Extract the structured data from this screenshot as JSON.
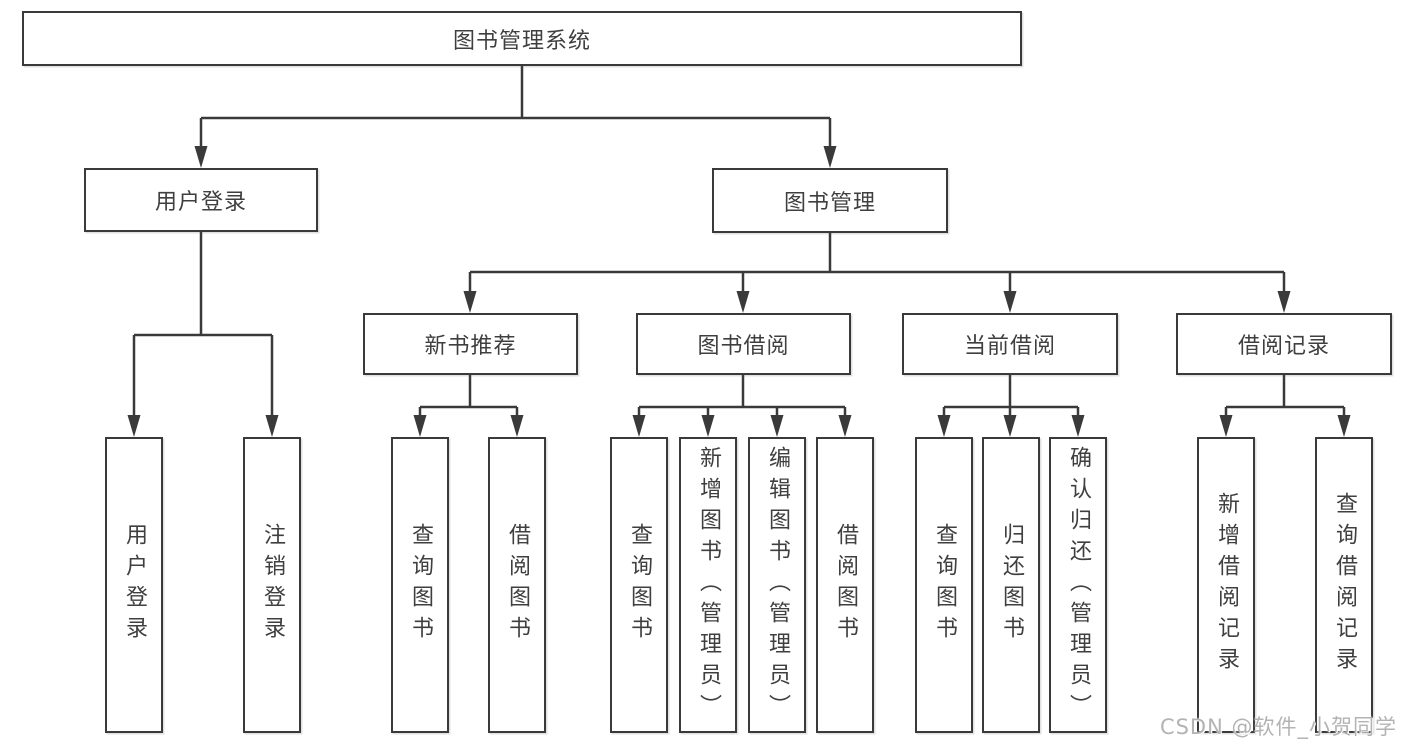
{
  "tree": {
    "label": "图书管理系统",
    "children": [
      {
        "label": "用户登录",
        "children": [
          {
            "label": "用户登录"
          },
          {
            "label": "注销登录"
          }
        ]
      },
      {
        "label": "图书管理",
        "children": [
          {
            "label": "新书推荐",
            "children": [
              {
                "label": "查询图书"
              },
              {
                "label": "借阅图书"
              }
            ]
          },
          {
            "label": "图书借阅",
            "children": [
              {
                "label": "查询图书"
              },
              {
                "label": "新增图书（管理员）"
              },
              {
                "label": "编辑图书（管理员）"
              },
              {
                "label": "借阅图书"
              }
            ]
          },
          {
            "label": "当前借阅",
            "children": [
              {
                "label": "查询图书"
              },
              {
                "label": "归还图书"
              },
              {
                "label": "确认归还（管理员）"
              }
            ]
          },
          {
            "label": "借阅记录",
            "children": [
              {
                "label": "新增借阅记录"
              },
              {
                "label": "查询借阅记录"
              }
            ]
          }
        ]
      }
    ]
  },
  "watermark": {
    "text": "CSDN @软件_小贺同学"
  },
  "colors": {
    "line": "#3a3a3a",
    "text": "#3f3f3f",
    "background": "#ffffff",
    "watermark": "#b3b3b3"
  }
}
